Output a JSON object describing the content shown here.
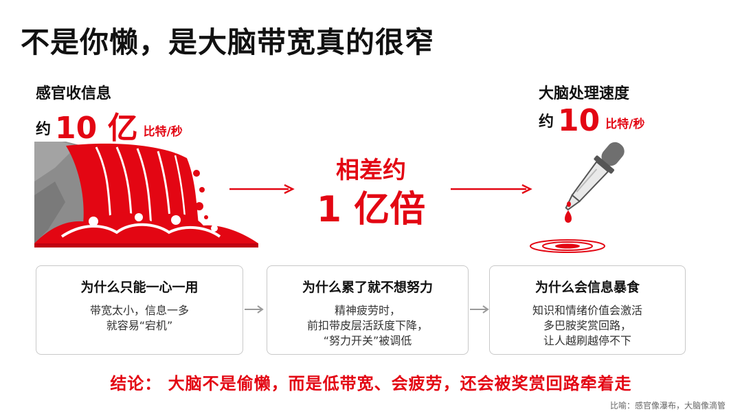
{
  "title": "不是你懒，是大脑带宽真的很窄",
  "left": {
    "label": "感官收信息",
    "approx": "约",
    "number": "10 亿",
    "unit": "比特/秒"
  },
  "right": {
    "label": "大脑处理速度",
    "approx": "约",
    "number": "10",
    "unit": "比特/秒"
  },
  "center": {
    "line1": "相差约",
    "line2": "1 亿倍"
  },
  "cards": [
    {
      "title": "为什么只能一心一用",
      "lines": [
        "带宽太小，信息一多",
        "就容易“宕机”"
      ]
    },
    {
      "title": "为什么累了就不想努力",
      "lines": [
        "精神疲劳时，",
        "前扣带皮层活跃度下降，",
        "“努力开关”被调低"
      ]
    },
    {
      "title": "为什么会信息暴食",
      "lines": [
        "知识和情绪价值会激活",
        "多巴胺奖赏回路，",
        "让人越刷越停不下"
      ]
    }
  ],
  "conclusion": "结论：  大脑不是偷懒，而是低带宽、会疲劳，还会被奖赏回路牵着走",
  "metaphor": "比喻：感官像瀑布，大脑像滴管",
  "colors": {
    "accent": "#e30613",
    "rock": "#8a8a8a",
    "arrow_gray": "#9a9a9a"
  },
  "icons": [
    "waterfall-illustration",
    "dropper-illustration",
    "arrow-right-icon"
  ]
}
